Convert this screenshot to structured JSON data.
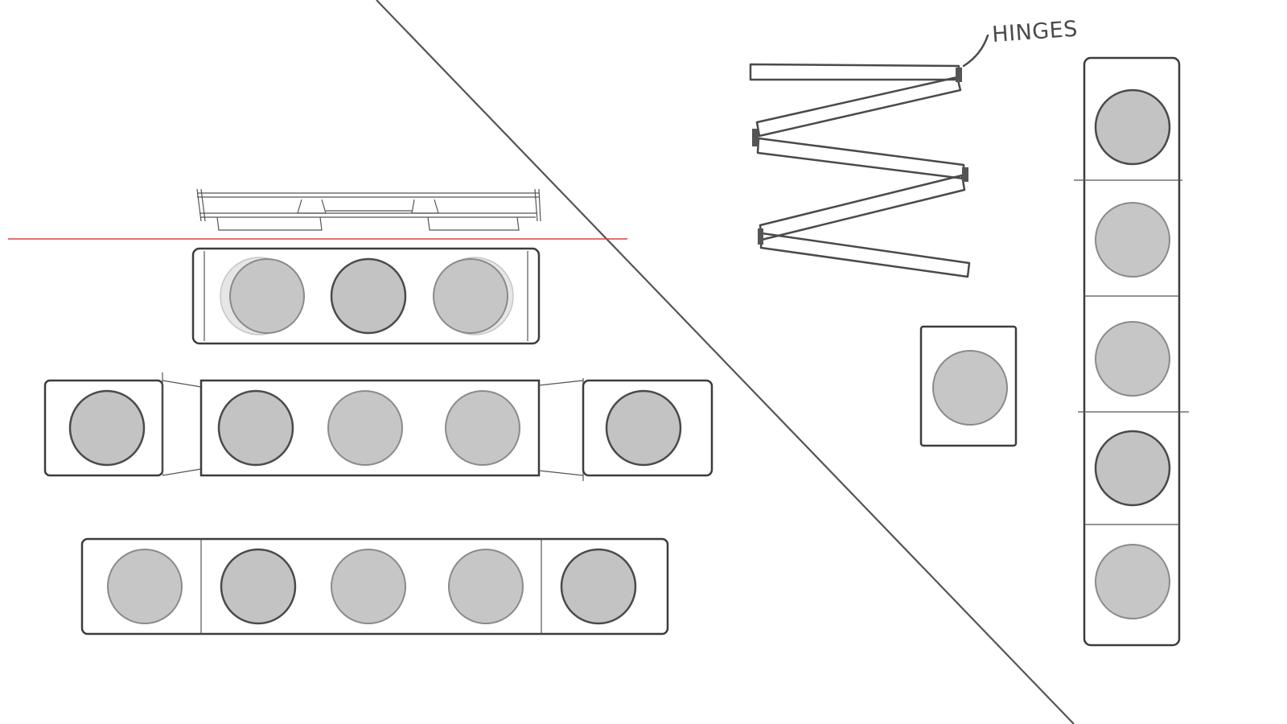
{
  "annotation": {
    "label": "HINGES"
  },
  "colors": {
    "line": "#4a4a4a",
    "disc_fill": "#c3c3c3",
    "guide_line": "#e04040",
    "background": "#ffffff"
  },
  "icons": [
    "diagonal-divider-line",
    "hinge-mark"
  ]
}
